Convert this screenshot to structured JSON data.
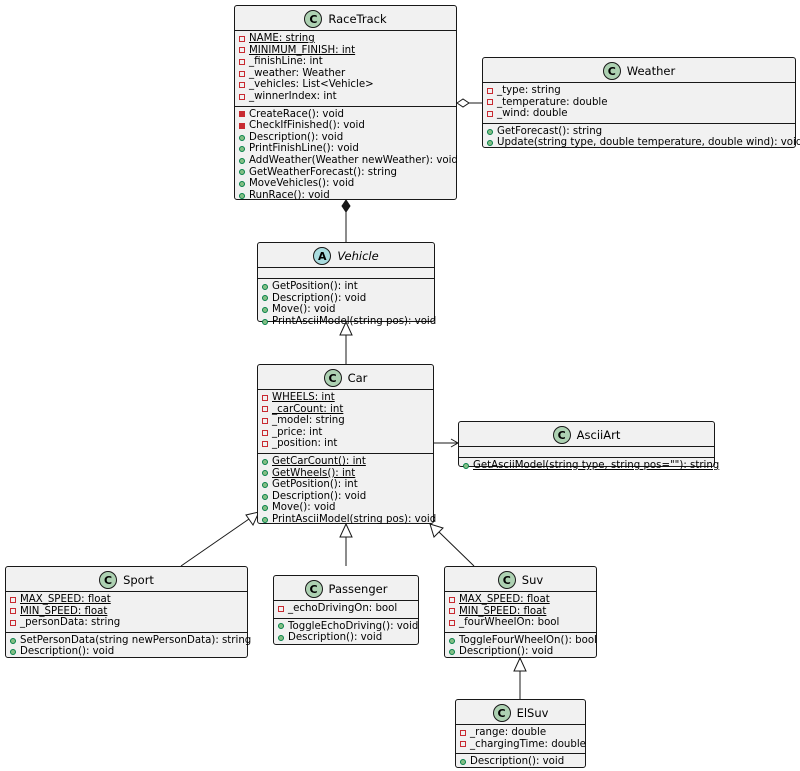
{
  "classes": {
    "racetrack": {
      "name": "RaceTrack",
      "stereo": "C",
      "fields": [
        {
          "text": "NAME: string",
          "vis": "private",
          "static": true
        },
        {
          "text": "MINIMUM_FINISH: int",
          "vis": "private",
          "static": true
        },
        {
          "text": "_finishLine: int",
          "vis": "private"
        },
        {
          "text": "_weather: Weather",
          "vis": "private"
        },
        {
          "text": "_vehicles: List<Vehicle>",
          "vis": "private"
        },
        {
          "text": "_winnerIndex: int",
          "vis": "private"
        }
      ],
      "methods": [
        {
          "text": "CreateRace(): void",
          "vis": "private"
        },
        {
          "text": "CheckIfFinished(): void",
          "vis": "private"
        },
        {
          "text": "Description(): void",
          "vis": "public"
        },
        {
          "text": "PrintFinishLine(): void",
          "vis": "public"
        },
        {
          "text": "AddWeather(Weather newWeather): void",
          "vis": "public"
        },
        {
          "text": "GetWeatherForecast(): string",
          "vis": "public"
        },
        {
          "text": "MoveVehicles(): void",
          "vis": "public"
        },
        {
          "text": "RunRace(): void",
          "vis": "public"
        }
      ]
    },
    "weather": {
      "name": "Weather",
      "stereo": "C",
      "fields": [
        {
          "text": "_type: string",
          "vis": "private"
        },
        {
          "text": "_temperature: double",
          "vis": "private"
        },
        {
          "text": "_wind: double",
          "vis": "private"
        }
      ],
      "methods": [
        {
          "text": "GetForecast(): string",
          "vis": "public"
        },
        {
          "text": "Update(string type, double temperature, double wind): void",
          "vis": "public"
        }
      ]
    },
    "vehicle": {
      "name": "Vehicle",
      "stereo": "A",
      "abstract": true,
      "fields": [],
      "methods": [
        {
          "text": "GetPosition(): int",
          "vis": "public"
        },
        {
          "text": "Description(): void",
          "vis": "public"
        },
        {
          "text": "Move(): void",
          "vis": "public"
        },
        {
          "text": "PrintAsciiModel(string pos): void",
          "vis": "public"
        }
      ]
    },
    "car": {
      "name": "Car",
      "stereo": "C",
      "fields": [
        {
          "text": "WHEELS: int",
          "vis": "private",
          "static": true
        },
        {
          "text": "_carCount: int",
          "vis": "private",
          "static": true
        },
        {
          "text": "_model: string",
          "vis": "private"
        },
        {
          "text": "_price: int",
          "vis": "private"
        },
        {
          "text": "_position: int",
          "vis": "private"
        }
      ],
      "methods": [
        {
          "text": "GetCarCount(): int",
          "vis": "public",
          "static": true
        },
        {
          "text": "GetWheels(): int",
          "vis": "public",
          "static": true
        },
        {
          "text": "GetPosition(): int",
          "vis": "public"
        },
        {
          "text": "Description(): void",
          "vis": "public"
        },
        {
          "text": "Move(): void",
          "vis": "public"
        },
        {
          "text": "PrintAsciiModel(string pos): void",
          "vis": "public"
        }
      ]
    },
    "asciiart": {
      "name": "AsciiArt",
      "stereo": "C",
      "fields": [],
      "methods": [
        {
          "text": "GetAsciiModel(string type, string pos=\"\"): string",
          "vis": "public",
          "static": true
        }
      ]
    },
    "sport": {
      "name": "Sport",
      "stereo": "C",
      "fields": [
        {
          "text": "MAX_SPEED: float",
          "vis": "private",
          "static": true
        },
        {
          "text": "MIN_SPEED: float",
          "vis": "private",
          "static": true
        },
        {
          "text": "_personData: string",
          "vis": "private"
        }
      ],
      "methods": [
        {
          "text": "SetPersonData(string newPersonData): string",
          "vis": "public"
        },
        {
          "text": "Description(): void",
          "vis": "public"
        }
      ]
    },
    "passenger": {
      "name": "Passenger",
      "stereo": "C",
      "fields": [
        {
          "text": "_echoDrivingOn: bool",
          "vis": "private"
        }
      ],
      "methods": [
        {
          "text": "ToggleEchoDriving(): void",
          "vis": "public"
        },
        {
          "text": "Description(): void",
          "vis": "public"
        }
      ]
    },
    "suv": {
      "name": "Suv",
      "stereo": "C",
      "fields": [
        {
          "text": "MAX_SPEED: float",
          "vis": "private",
          "static": true
        },
        {
          "text": "MIN_SPEED: float",
          "vis": "private",
          "static": true
        },
        {
          "text": "_fourWheelOn: bool",
          "vis": "private"
        }
      ],
      "methods": [
        {
          "text": "ToggleFourWheelOn(): bool",
          "vis": "public"
        },
        {
          "text": "Description(): void",
          "vis": "public"
        }
      ]
    },
    "elsuv": {
      "name": "ElSuv",
      "stereo": "C",
      "fields": [
        {
          "text": "_range: double",
          "vis": "private"
        },
        {
          "text": "_chargingTime: double",
          "vis": "private"
        }
      ],
      "methods": [
        {
          "text": "Description(): void",
          "vis": "public"
        }
      ]
    }
  },
  "relations": [
    {
      "from": "racetrack",
      "to": "weather",
      "type": "aggregation"
    },
    {
      "from": "racetrack",
      "to": "vehicle",
      "type": "composition"
    },
    {
      "from": "car",
      "to": "vehicle",
      "type": "inheritance"
    },
    {
      "from": "car",
      "to": "asciiart",
      "type": "dependency"
    },
    {
      "from": "sport",
      "to": "car",
      "type": "inheritance"
    },
    {
      "from": "passenger",
      "to": "car",
      "type": "inheritance"
    },
    {
      "from": "suv",
      "to": "car",
      "type": "inheritance"
    },
    {
      "from": "elsuv",
      "to": "suv",
      "type": "inheritance"
    }
  ],
  "colors": {
    "box_fill": "#f1f1f1",
    "border": "#181818",
    "class_icon": "#add1b2",
    "abstract_icon": "#a9dcdf",
    "private": "#c82930",
    "public": "#84be84"
  }
}
